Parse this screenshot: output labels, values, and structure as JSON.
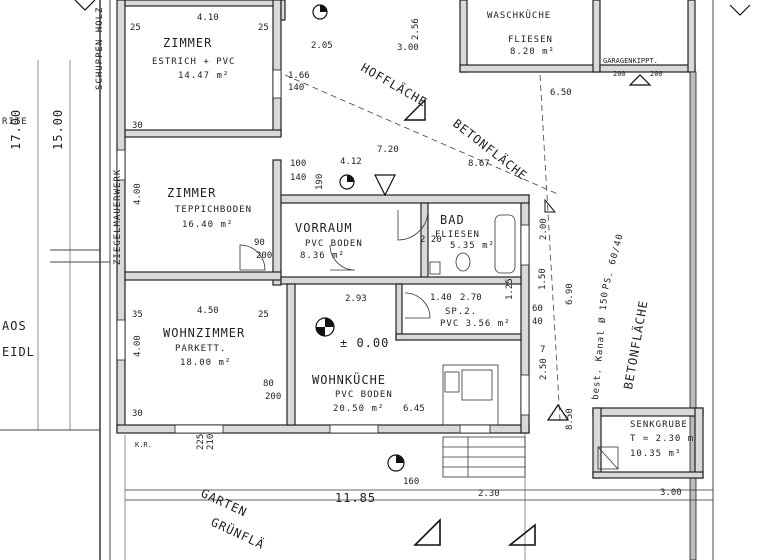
{
  "rooms": {
    "zimmer1": {
      "name": "ZIMMER",
      "floor": "ESTRICH + PVC",
      "area": "14.47 m²",
      "width": "4.10",
      "window": "1.66",
      "window2": "140"
    },
    "zimmer2": {
      "name": "ZIMMER",
      "floor": "TEPPICHBODEN",
      "area": "16.40 m²",
      "height": "4.00"
    },
    "vorraum": {
      "name": "VORRAUM",
      "floor": "PVC BODEN",
      "area": "8.36 m²"
    },
    "bad": {
      "name": "BAD",
      "floor": "FLIESEN",
      "area": "5.35 m²"
    },
    "sp": {
      "name": "SP.2.",
      "area": "PVC 3.56 m²",
      "width": "2.70"
    },
    "wohnzimmer": {
      "name": "WOHNZIMMER",
      "floor": "PARKETT.",
      "area": "18.00 m²",
      "width": "4.50",
      "height": "4.00"
    },
    "wohnkueche": {
      "name": "WOHNKÜCHE",
      "floor": "PVC BODEN",
      "area": "20.50 m²",
      "width": "6.45",
      "level": "± 0.00"
    },
    "waschkueche": {
      "name": "WASCHKÜCHE",
      "floor": "FLIESEN",
      "area": "8.20 m²",
      "width": "3.00"
    },
    "garage": {
      "name": "GARAGENKIPPT."
    },
    "senkgrube": {
      "name": "SENKGRUBE",
      "depth": "T = 2.30 m",
      "volume": "10.35 m³",
      "width": "3.00"
    }
  },
  "labels": {
    "hofflaeche": "HOFFLÄCHE",
    "betonflaeche_1": "BETONFLÄCHE",
    "betonflaeche_2": "BETONFLÄCHE",
    "garten": "GARTEN",
    "gruen": "GRÜNFLÄ",
    "schuppen": "SCHUPPEN HOLZ",
    "ziegelmauer": "ZIEGELMAUERWERK",
    "kanal": "best. Kanal Ø 150",
    "ps": "PS. 60/40",
    "left_a": "AOS",
    "left_b": "EIDL",
    "left_c": "RITE"
  },
  "dimensions": {
    "d_17_00": "17.00",
    "d_15_00": "15.00",
    "d_11_85": "11.85",
    "d_6_50": "6.50",
    "d_6_90": "6.90",
    "d_7_20": "7.20",
    "d_8_67": "8.67",
    "d_4_12": "4.12",
    "d_2_93": "2.93",
    "d_2_30": "2.30",
    "d_2_05": "2.05",
    "d_3_00": "3.00",
    "d_2_56": "2.56",
    "d_2_00": "2.00",
    "d_2_50": "2.50",
    "d_8_50": "8.50",
    "d_1_25": "1.25",
    "d_1_50": "1.50",
    "d_1_60": "160",
    "d_25": "25",
    "d_35": "35",
    "d_30": "30",
    "d_40": "40",
    "d_60": "60",
    "d_90": "90",
    "d_80": "80",
    "d_100": "100",
    "d_140": "140",
    "d_200": "200",
    "d_225": "225",
    "d_190": "190",
    "d_210": "210",
    "d_1_40": "1.40",
    "d_2_20": "2.20",
    "d_kr": "K.R.",
    "d_7": "7"
  }
}
